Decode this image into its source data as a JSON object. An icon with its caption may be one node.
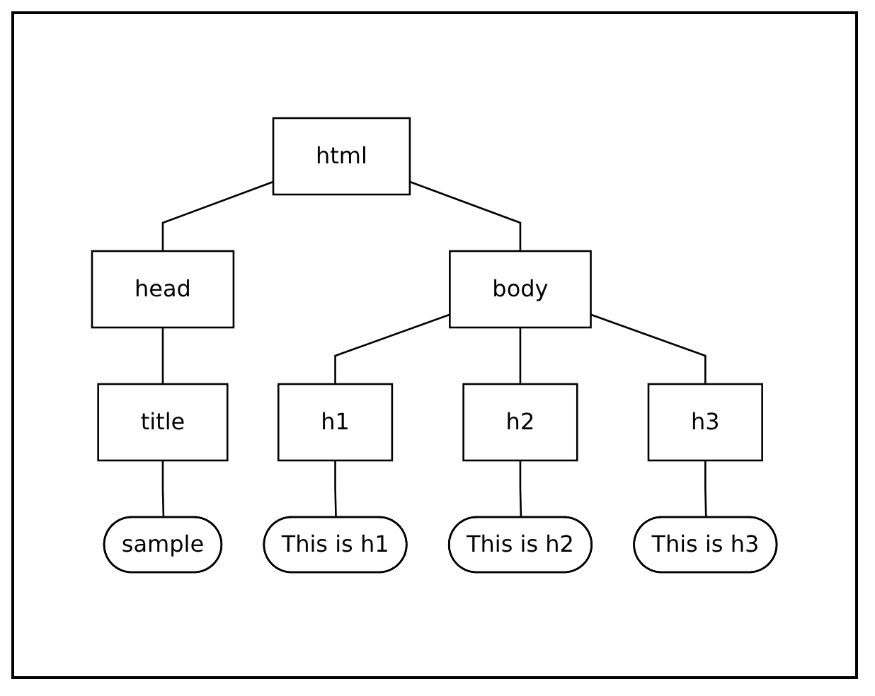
{
  "diagram": {
    "nodes": [
      {
        "text": [
          "html"
        ]
      },
      {
        "text": [
          "head"
        ]
      },
      {
        "text": [
          "body"
        ]
      },
      {
        "text": [
          "title"
        ]
      },
      {
        "text": [
          "h1"
        ]
      },
      {
        "text": [
          "h2"
        ]
      },
      {
        "text": [
          "h3"
        ]
      },
      {
        "text": [
          "sample"
        ]
      },
      {
        "text": [
          "This is h1"
        ]
      },
      {
        "text": [
          "This is h2"
        ]
      },
      {
        "text": [
          "This is h3"
        ]
      }
    ],
    "edges": [
      {
        "from": 0,
        "to": 1,
        "arrow": "none"
      },
      {
        "from": 0,
        "to": 2,
        "arrow": "none"
      },
      {
        "from": 1,
        "to": 3,
        "arrow": "none"
      },
      {
        "from": 2,
        "to": 4,
        "arrow": "none"
      },
      {
        "from": 2,
        "to": 5,
        "arrow": "none"
      },
      {
        "from": 2,
        "to": 6,
        "arrow": "none"
      },
      {
        "from": 3,
        "to": 7,
        "arrow": "none"
      },
      {
        "from": 4,
        "to": 8,
        "arrow": "none"
      },
      {
        "from": 5,
        "to": 9,
        "arrow": "none"
      },
      {
        "from": 6,
        "to": 10,
        "arrow": "none"
      }
    ]
  }
}
